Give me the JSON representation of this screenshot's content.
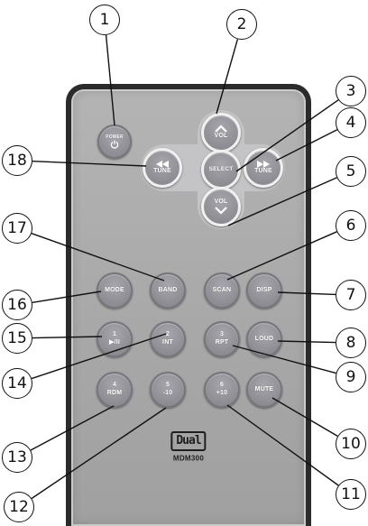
{
  "callouts": [
    "1",
    "2",
    "3",
    "4",
    "5",
    "6",
    "7",
    "8",
    "9",
    "10",
    "11",
    "12",
    "13",
    "14",
    "15",
    "16",
    "17",
    "18"
  ],
  "remote": {
    "power": {
      "label": "POWER",
      "icon": "power-icon"
    },
    "vol_up": {
      "label": "VOL",
      "icon": "chevron-up-icon"
    },
    "tune_left": {
      "label": "TUNE",
      "icon": "rewind-icon"
    },
    "select": {
      "label": "SELECT"
    },
    "tune_right": {
      "label": "TUNE",
      "icon": "fast-forward-icon"
    },
    "vol_down": {
      "label": "VOL",
      "icon": "chevron-down-icon"
    },
    "mode": {
      "label": "MODE"
    },
    "band": {
      "label": "BAND"
    },
    "scan": {
      "label": "SCAN"
    },
    "disp": {
      "label": "DISP"
    },
    "key_1": {
      "number": "1",
      "label": "▶/II"
    },
    "key_2": {
      "number": "2",
      "label": "INT"
    },
    "key_3": {
      "number": "3",
      "label": "RPT"
    },
    "loud": {
      "label": "LOUD"
    },
    "key_4": {
      "number": "4",
      "label": "RDM"
    },
    "key_5": {
      "number": "5",
      "label": "-10"
    },
    "key_6": {
      "number": "6",
      "label": "+10"
    },
    "mute": {
      "label": "MUTE"
    },
    "brand_logo": "Dual",
    "model": "MDM300"
  },
  "colors": {
    "remote_frame": "#2b2b2b",
    "remote_body": "#a8a8a8",
    "button": "#8c8c92",
    "button_text": "#ffffff"
  }
}
